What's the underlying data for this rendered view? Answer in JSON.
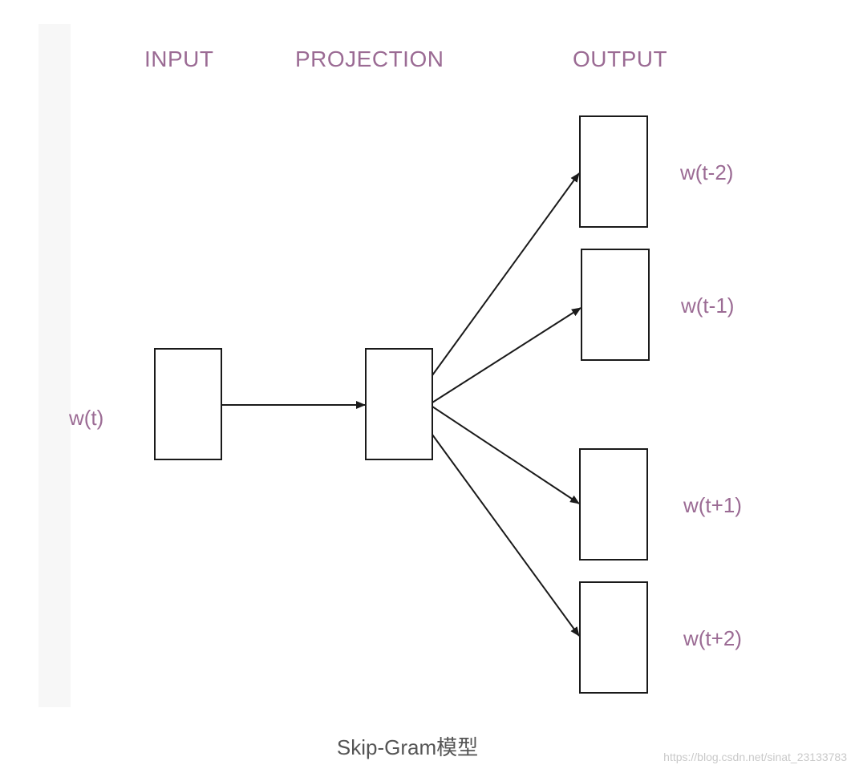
{
  "headers": {
    "input": "INPUT",
    "projection": "PROJECTION",
    "output": "OUTPUT"
  },
  "input_word": "w(t)",
  "output_words": [
    "w(t-2)",
    "w(t-1)",
    "w(t+1)",
    "w(t+2)"
  ],
  "caption": "Skip-Gram模型",
  "watermark": "https://blog.csdn.net/sinat_23133783",
  "colors": {
    "label": "#9b6b94",
    "stroke": "#1a1a1a",
    "caption": "#555555",
    "watermark": "#c9c9c9"
  }
}
